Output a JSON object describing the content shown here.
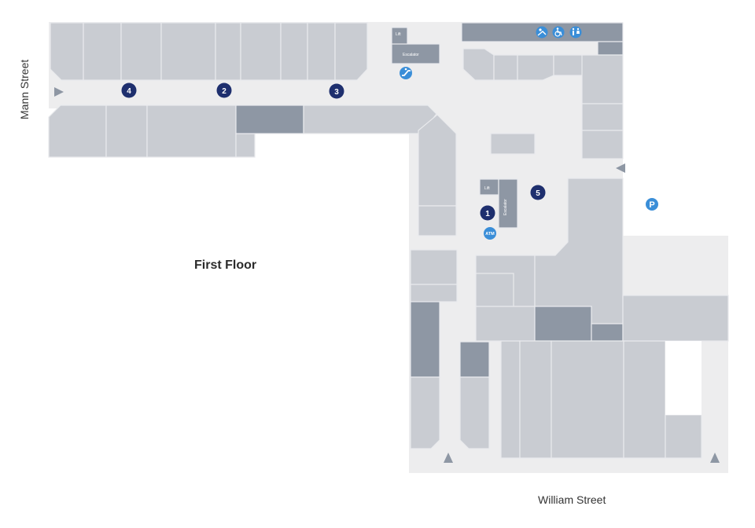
{
  "map": {
    "floor_title": "First Floor",
    "streets": {
      "west": "Mann Street",
      "south": "William Street"
    },
    "lift_labels": {
      "top": "Lift",
      "centre": "Lift"
    },
    "escalator_labels": {
      "top": "Escalator",
      "centre": "Escalator"
    },
    "markers": [
      {
        "id": "1",
        "label": "1"
      },
      {
        "id": "2",
        "label": "2"
      },
      {
        "id": "3",
        "label": "3"
      },
      {
        "id": "4",
        "label": "4"
      },
      {
        "id": "5",
        "label": "5"
      }
    ],
    "amenities": {
      "atm": "ATM",
      "parking": "P"
    },
    "colors": {
      "shop": "#c9ccd2",
      "shop_dark": "#8e97a4",
      "corridor": "#ededee",
      "marker": "#1e2f6e",
      "amenity": "#3a8ed8"
    },
    "icons": [
      "baby-change-icon",
      "accessible-icon",
      "toilets-icon",
      "escalator-icon",
      "atm-icon",
      "parking-icon",
      "entry-arrow-icon"
    ]
  }
}
